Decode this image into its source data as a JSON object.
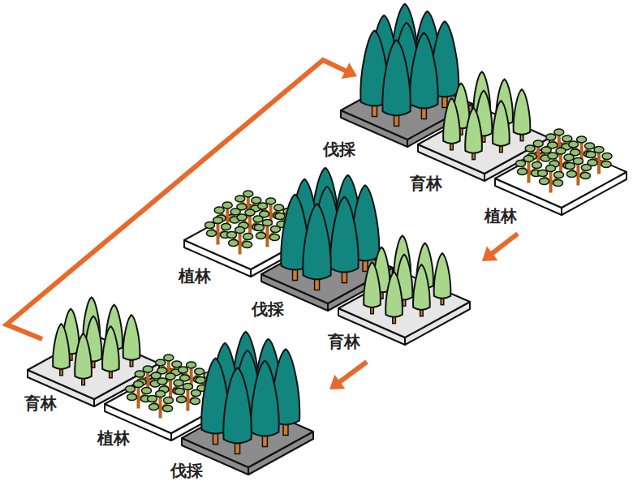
{
  "diagram": {
    "labels": [
      "伐採",
      "育林",
      "植林",
      "植林",
      "伐採",
      "育林",
      "育林",
      "植林",
      "伐採"
    ]
  }
}
